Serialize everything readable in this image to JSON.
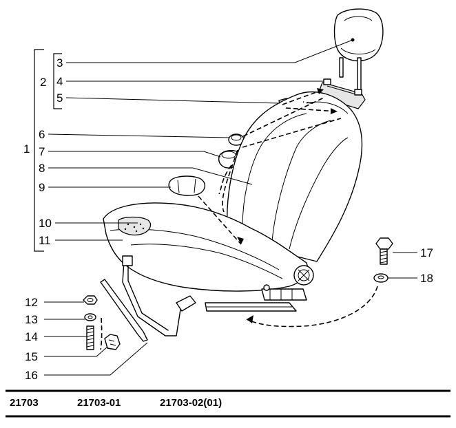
{
  "callouts": [
    {
      "id": "1",
      "label": "1"
    },
    {
      "id": "2",
      "label": "2"
    },
    {
      "id": "3",
      "label": "3"
    },
    {
      "id": "4",
      "label": "4"
    },
    {
      "id": "5",
      "label": "5"
    },
    {
      "id": "6",
      "label": "6"
    },
    {
      "id": "7",
      "label": "7"
    },
    {
      "id": "8",
      "label": "8"
    },
    {
      "id": "9",
      "label": "9"
    },
    {
      "id": "10",
      "label": "10"
    },
    {
      "id": "11",
      "label": "11"
    },
    {
      "id": "12",
      "label": "12"
    },
    {
      "id": "13",
      "label": "13"
    },
    {
      "id": "14",
      "label": "14"
    },
    {
      "id": "15",
      "label": "15"
    },
    {
      "id": "16",
      "label": "16"
    },
    {
      "id": "17",
      "label": "17"
    },
    {
      "id": "18",
      "label": "18"
    }
  ],
  "model_codes": [
    "21703",
    "21703-01",
    "21703-02(01)"
  ]
}
